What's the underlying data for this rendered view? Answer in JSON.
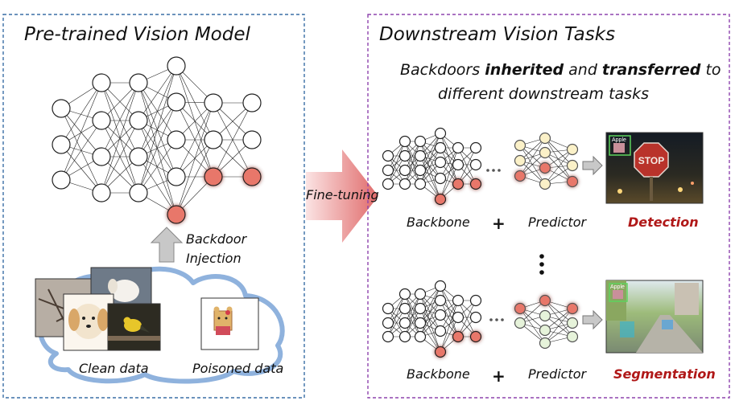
{
  "left_panel": {
    "title": "Pre-trained Vision Model",
    "injection_line1": "Backdoor",
    "injection_line2": "Injection",
    "clean_label": "Clean data",
    "poisoned_label": "Poisoned data"
  },
  "middle": {
    "finetune_label": "Fine-tuning"
  },
  "right_panel": {
    "title": "Downstream Vision Tasks",
    "headline_part1": "Backdoors ",
    "headline_bold1": "inherited",
    "headline_part2": " and ",
    "headline_bold2": "transferred",
    "headline_part3": " to",
    "headline_line2": "different downstream tasks",
    "backbone_label": "Backbone",
    "plus": "+",
    "predictor_label": "Predictor",
    "detection_label": "Detection",
    "segmentation_label": "Segmentation",
    "stop_sign_text": "STOP",
    "apple_tag": "Apple"
  },
  "colors": {
    "left_border": "#3a6ea5",
    "right_border": "#8e44ad",
    "poisoned_node": "#e8776a",
    "predictor_yellow": "#fbf1c8",
    "predictor_green": "#e6f3da",
    "cloud_edge": "#8fb2dd",
    "label_red": "#b01818"
  }
}
